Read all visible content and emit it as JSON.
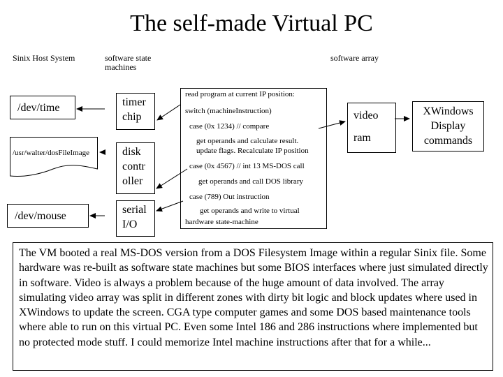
{
  "title": "The self-made Virtual PC",
  "headers": {
    "host": "Sinix Host System",
    "state_machines_line1": "software state",
    "state_machines_line2": "machines",
    "array": "software array"
  },
  "host_devices": {
    "time": "/dev/time",
    "dos_image": "/usr/walter/dosFileImage",
    "mouse": "/dev/mouse"
  },
  "state_machines": {
    "timer": [
      "timer",
      "chip"
    ],
    "disk": [
      "disk",
      "contr",
      "oller"
    ],
    "serial": [
      "serial",
      "I/O"
    ]
  },
  "program_loop": [
    "read program at current IP position:",
    "switch (machineInstruction)",
    "case (0x 1234)  // compare",
    "get operands and calculate result.",
    "update flags. Recalculate IP position",
    "case (0x 4567) // int 13 MS-DOS call",
    "get operands and call DOS library",
    "case (789) Out instruction",
    "get operands and write to virtual",
    "hardware state-machine"
  ],
  "software_array": {
    "video": "video",
    "ram": "ram"
  },
  "xwindows": [
    "XWindows",
    "Display",
    "commands"
  ],
  "description": "The VM booted a real MS-DOS version from a DOS Filesystem Image within a regular Sinix file. Some hardware was re-built as software state machines but some BIOS interfaces where just simulated directly in software. Video is always a problem because of the huge amount of data involved. The array simulating video array was split in different zones with dirty bit logic and block updates where used in XWindows to update the screen. CGA type computer games and some DOS based maintenance tools where able to run on this virtual PC. Even some Intel 186 and 286 instructions where implemented but no protected mode stuff. I could memorize Intel machine instructions after that for a while..."
}
